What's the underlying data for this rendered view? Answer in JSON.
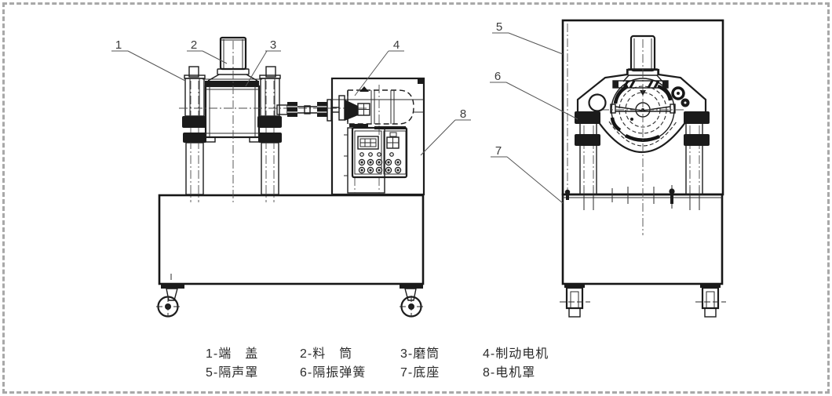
{
  "figure": {
    "kind": "engineering-two-view-drawing",
    "subject": "vibration mill / grinding machine",
    "line_color": "#1c1c1c",
    "border_color": "#a8a8a8",
    "background": "#ffffff"
  },
  "callouts": [
    "1",
    "2",
    "3",
    "4",
    "5",
    "6",
    "7",
    "8"
  ],
  "legend": {
    "row1": [
      "1-端　盖",
      "2-料　筒",
      "3-磨筒",
      "4-制动电机"
    ],
    "row2": [
      "5-隔声罩",
      "6-隔振弹簧",
      "7-底座",
      "8-电机罩"
    ]
  },
  "parts": [
    {
      "num": "1",
      "name": "端盖"
    },
    {
      "num": "2",
      "name": "料筒"
    },
    {
      "num": "3",
      "name": "磨筒"
    },
    {
      "num": "4",
      "name": "制动电机"
    },
    {
      "num": "5",
      "name": "隔声罩"
    },
    {
      "num": "6",
      "name": "隔振弹簧"
    },
    {
      "num": "7",
      "name": "底座"
    },
    {
      "num": "8",
      "name": "电机罩"
    }
  ]
}
